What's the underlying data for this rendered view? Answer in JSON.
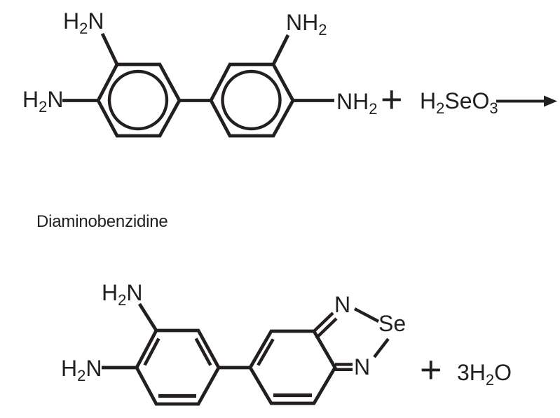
{
  "colors": {
    "ink": "#231f20",
    "background": "#ffffff"
  },
  "scheme": {
    "reactant_name": "Diaminobenzidine",
    "reactant": {
      "amine_top_left": "H2N",
      "amine_left": "H2N",
      "amine_top_right": "NH2",
      "amine_right": "NH2"
    },
    "plus_1": "+",
    "reagent": "H2SeO3",
    "product": {
      "amine_top": "H2N",
      "amine_left": "H2N",
      "ring_nitrogen_top": "N",
      "ring_selenium": "Se",
      "ring_nitrogen_bottom": "N"
    },
    "plus_2": "+",
    "byproduct": "3H2O"
  }
}
